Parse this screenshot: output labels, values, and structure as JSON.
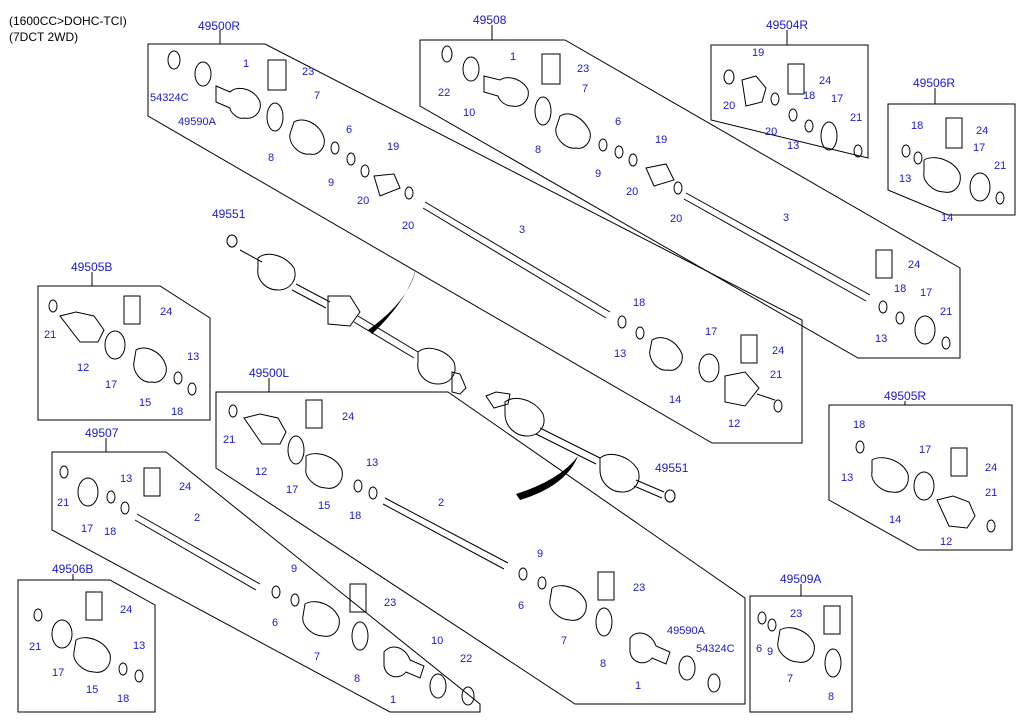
{
  "header": {
    "line1": "(1600CC>DOHC-TCI)",
    "line2": "(7DCT 2WD)"
  },
  "kits": {
    "k49500R": "49500R",
    "k49508": "49508",
    "k49504R": "49504R",
    "k49506R": "49506R",
    "k49505B": "49505B",
    "k49500L": "49500L",
    "k49505R": "49505R",
    "k49507": "49507",
    "k49506B": "49506B",
    "k49509A": "49509A",
    "k49551a": "49551",
    "k49551b": "49551"
  },
  "parts": {
    "p1": "1",
    "p2": "2",
    "p3": "3",
    "p6": "6",
    "p7": "7",
    "p8": "8",
    "p9": "9",
    "p10": "10",
    "p12": "12",
    "p13": "13",
    "p14": "14",
    "p15": "15",
    "p17": "17",
    "p18": "18",
    "p19": "19",
    "p20": "20",
    "p21": "21",
    "p22": "22",
    "p23": "23",
    "p24": "24",
    "p54324C": "54324C",
    "p49590A": "49590A"
  },
  "colors": {
    "line": "#000000",
    "label": "#1a1acc"
  }
}
